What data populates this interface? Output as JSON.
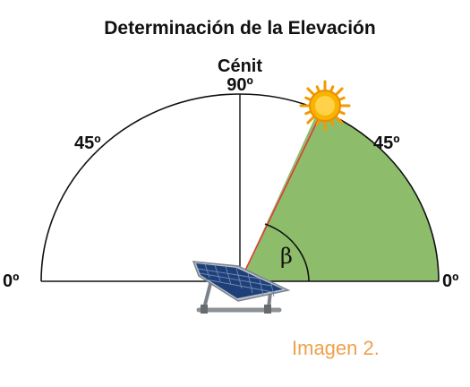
{
  "title": "Determinación de la Elevación",
  "labels": {
    "zenith": "Cénit",
    "angle_90": "90º",
    "angle_45_left": "45º",
    "angle_45_right": "45º",
    "angle_0_left": "0º",
    "angle_0_right": "0º",
    "beta": "β"
  },
  "caption": "Imagen 2.",
  "colors": {
    "sector_fill": "#8dbd6b",
    "sun_ray": "#e23a3a",
    "sun": "#f7b400",
    "caption": "#f0a04a",
    "outline": "#111111"
  },
  "icons": [
    "sun-icon",
    "solar-panel-icon"
  ]
}
